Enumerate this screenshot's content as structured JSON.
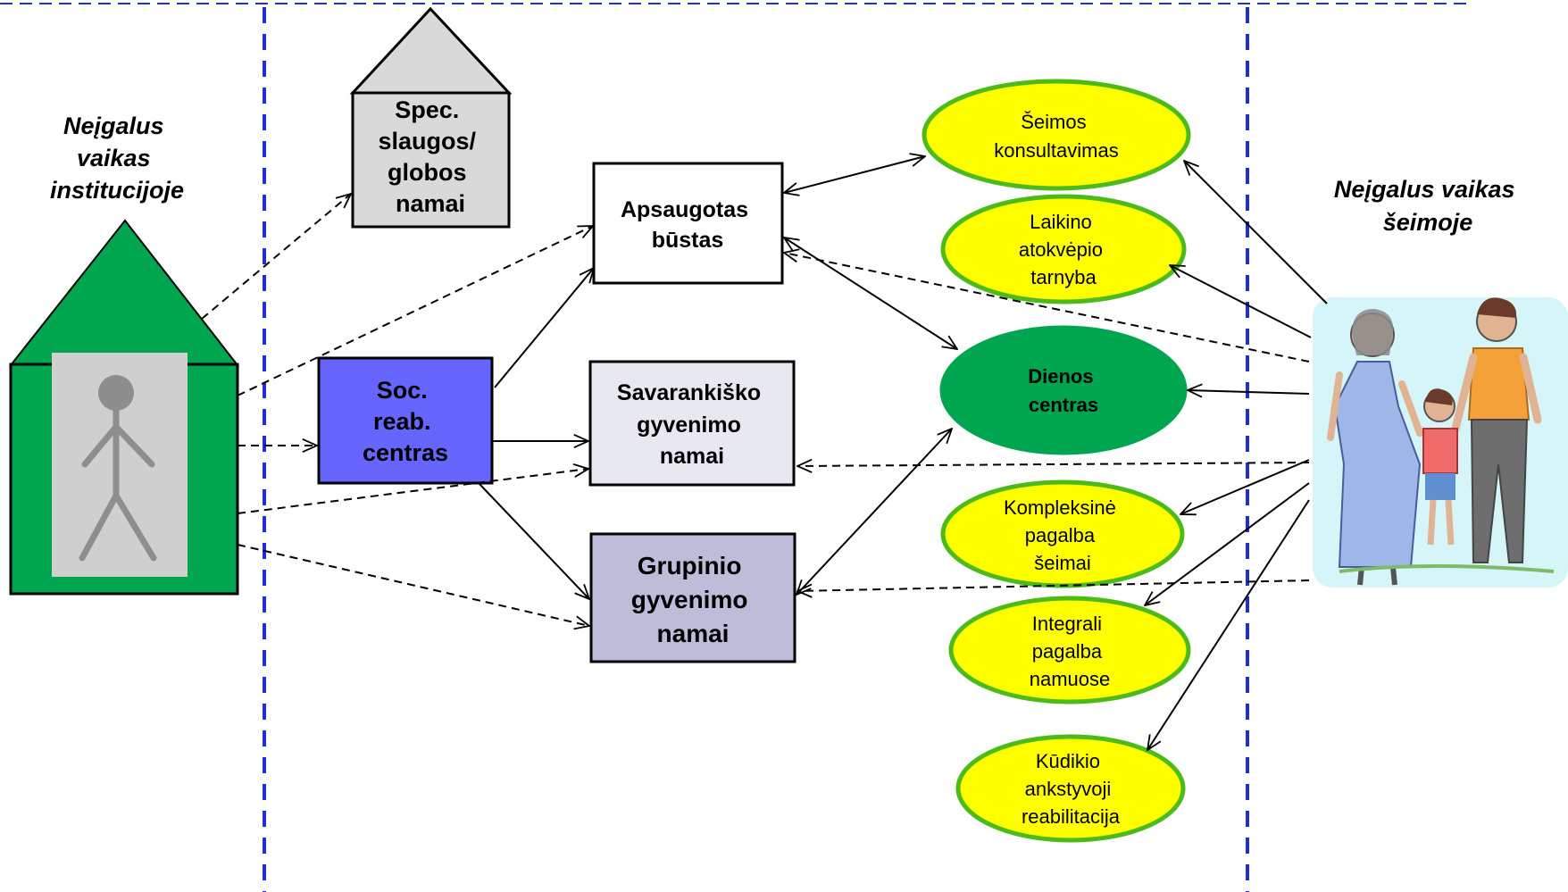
{
  "headings": {
    "left": [
      "Neįgalus",
      "vaikas",
      "institucijoje"
    ],
    "right": [
      "Neįgalus vaikas",
      "šeimoje"
    ]
  },
  "boxes": {
    "spec": [
      "Spec.",
      "slaugos/",
      "globos",
      "namai"
    ],
    "soc": [
      "Soc.",
      "reab.",
      "centras"
    ],
    "apsaugotas": [
      "Apsaugotas",
      "būstas"
    ],
    "savarankisko": [
      "Savarankiško",
      "gyvenimo",
      "namai"
    ],
    "grupinio": [
      "Grupinio",
      "gyvenimo",
      "namai"
    ]
  },
  "services": {
    "seimos": [
      "Šeimos",
      "konsultavimas"
    ],
    "laikino": [
      "Laikino",
      "atokvėpio",
      "tarnyba"
    ],
    "dienos": [
      "Dienos",
      "centras"
    ],
    "kompleksine": [
      "Kompleksinė",
      "pagalba",
      "šeimai"
    ],
    "integrali": [
      "Integrali",
      "pagalba",
      "namuose"
    ],
    "kudikio": [
      "Kūdikio",
      "ankstyvoji",
      "reabilitacija"
    ]
  },
  "icons": {
    "institution": "house-with-child-icon",
    "person": "stick-figure-icon",
    "family": "family-drawing-icon"
  },
  "colors": {
    "institution_green": "#00a550",
    "divider_blue": "#1f2fd6",
    "soc_fill": "#6666ff",
    "spec_fill": "#d9d9d9",
    "savarankisko_fill": "#e8e8f0",
    "grupinio_fill": "#bdbdd9",
    "service_yellow": "#ffff00",
    "service_border": "#4cbb17",
    "dienos_fill": "#00a550"
  }
}
